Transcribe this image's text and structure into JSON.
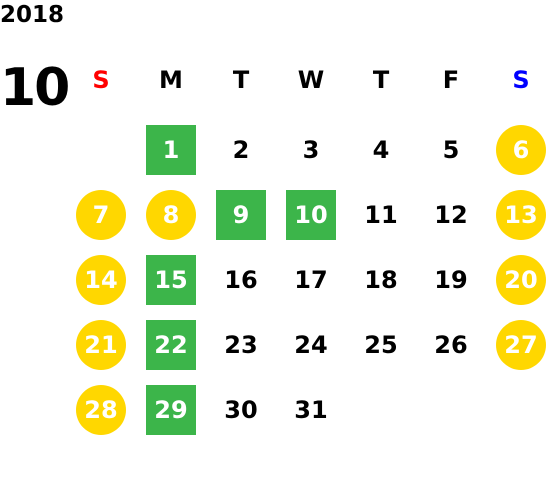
{
  "calendar": {
    "year": "2018",
    "month": "10",
    "weekday_headers": [
      {
        "label": "S",
        "color": "#ff0000"
      },
      {
        "label": "M",
        "color": "#000000"
      },
      {
        "label": "T",
        "color": "#000000"
      },
      {
        "label": "W",
        "color": "#000000"
      },
      {
        "label": "T",
        "color": "#000000"
      },
      {
        "label": "F",
        "color": "#000000"
      },
      {
        "label": "S",
        "color": "#0000ff"
      }
    ],
    "colors": {
      "weekend_circle": "#ffd700",
      "highlight_square": "#3cb54a",
      "text_default": "#000000",
      "text_highlight": "#ffffff"
    },
    "weeks": [
      [
        null,
        {
          "day": "1",
          "style": "green"
        },
        {
          "day": "2"
        },
        {
          "day": "3"
        },
        {
          "day": "4"
        },
        {
          "day": "5"
        },
        {
          "day": "6",
          "style": "yellow"
        }
      ],
      [
        {
          "day": "7",
          "style": "yellow"
        },
        {
          "day": "8",
          "style": "yellow"
        },
        {
          "day": "9",
          "style": "green"
        },
        {
          "day": "10",
          "style": "green"
        },
        {
          "day": "11"
        },
        {
          "day": "12"
        },
        {
          "day": "13",
          "style": "yellow"
        }
      ],
      [
        {
          "day": "14",
          "style": "yellow"
        },
        {
          "day": "15",
          "style": "green"
        },
        {
          "day": "16"
        },
        {
          "day": "17"
        },
        {
          "day": "18"
        },
        {
          "day": "19"
        },
        {
          "day": "20",
          "style": "yellow"
        }
      ],
      [
        {
          "day": "21",
          "style": "yellow"
        },
        {
          "day": "22",
          "style": "green"
        },
        {
          "day": "23"
        },
        {
          "day": "24"
        },
        {
          "day": "25"
        },
        {
          "day": "26"
        },
        {
          "day": "27",
          "style": "yellow"
        }
      ],
      [
        {
          "day": "28",
          "style": "yellow"
        },
        {
          "day": "29",
          "style": "green"
        },
        {
          "day": "30"
        },
        {
          "day": "31"
        },
        null,
        null,
        null
      ]
    ]
  }
}
